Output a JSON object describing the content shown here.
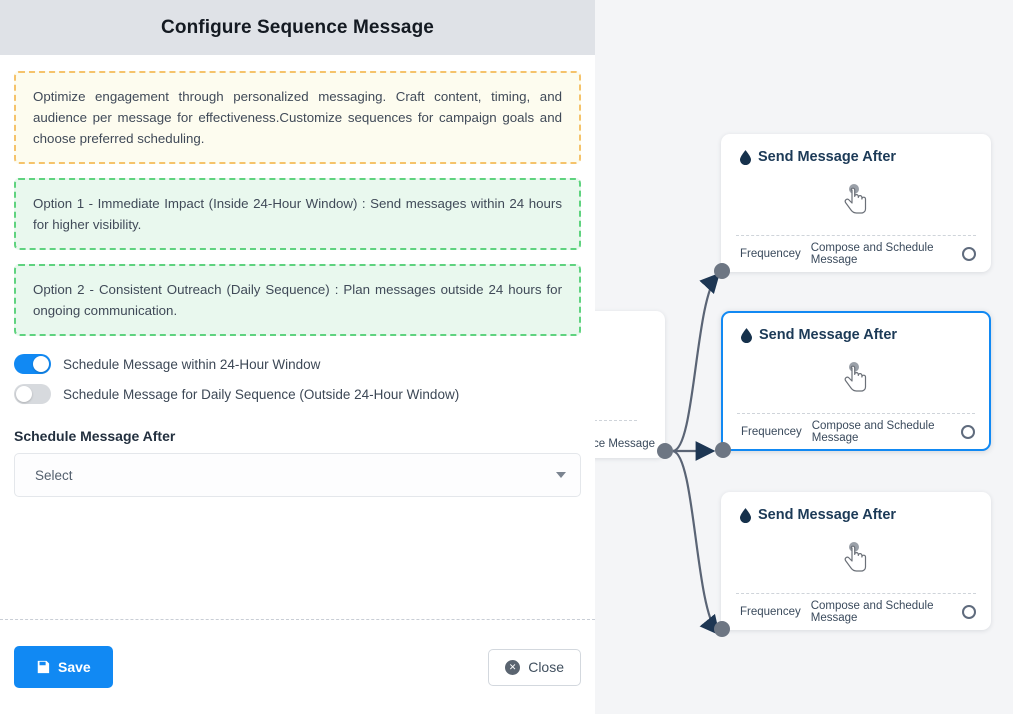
{
  "panel": {
    "title": "Configure Sequence Message",
    "notes": [
      {
        "kind": "warning",
        "text": "Optimize engagement through personalized messaging. Craft content, timing, and audience per message for effectiveness.Customize sequences for campaign goals and choose preferred scheduling."
      },
      {
        "kind": "success",
        "text": "Option 1 - Immediate Impact (Inside 24-Hour Window) : Send messages within 24 hours for higher visibility."
      },
      {
        "kind": "success",
        "text": "Option 2 - Consistent Outreach (Daily Sequence) : Plan messages outside 24 hours for ongoing communication."
      }
    ],
    "toggles": [
      {
        "label": "Schedule Message within 24-Hour Window",
        "state": "on"
      },
      {
        "label": "Schedule Message for Daily Sequence (Outside 24-Hour Window)",
        "state": "off"
      }
    ],
    "schedule_field": {
      "label": "Schedule Message After",
      "value": "Select",
      "caret_icon": "chevron-down-icon"
    },
    "footer": {
      "save_label": "Save",
      "save_icon": "floppy-disk-icon",
      "close_label": "Close",
      "close_icon": "close-circle-icon"
    }
  },
  "canvas": {
    "source_node": {
      "footer_text_partial": "ce Message"
    },
    "nodes": [
      {
        "title": "Send Message After",
        "icon": "water-drop-icon",
        "body_icon": "tap-hand-icon",
        "footer_left": "Frequencey",
        "footer_right": "Compose and Schedule Message",
        "selected": false
      },
      {
        "title": "Send Message After",
        "icon": "water-drop-icon",
        "body_icon": "tap-hand-icon",
        "footer_left": "Frequencey",
        "footer_right": "Compose and Schedule Message",
        "selected": true
      },
      {
        "title": "Send Message After",
        "icon": "water-drop-icon",
        "body_icon": "tap-hand-icon",
        "footer_left": "Frequencey",
        "footer_right": "Compose and Schedule Message",
        "selected": false
      }
    ]
  },
  "colors": {
    "accent": "#1189f3",
    "header_bg": "#dfe2e7",
    "canvas_bg": "#f4f5f7",
    "warning_border": "#f5c36b",
    "warning_bg": "#fdfcef",
    "success_border": "#5fd37f",
    "success_bg": "#e9f8ee",
    "node_title": "#1c3a57",
    "edge": "#5a6475"
  }
}
